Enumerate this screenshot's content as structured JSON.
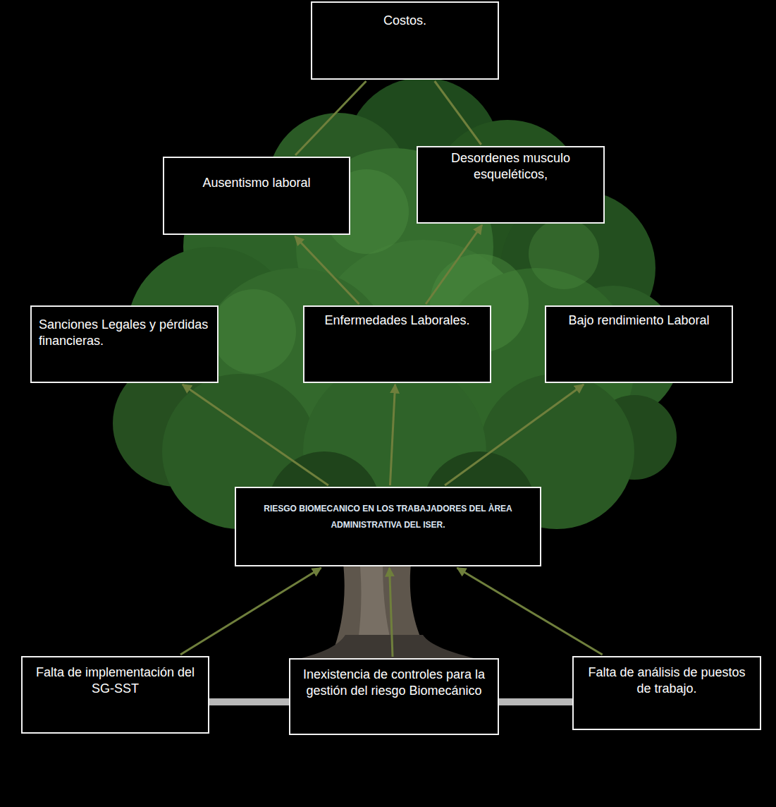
{
  "diagram": {
    "nodes": [
      {
        "text": [
          "Costos."
        ]
      },
      {
        "text": [
          "Ausentismo laboral"
        ]
      },
      {
        "text": [
          "Desordenes musculo esqueléticos,"
        ]
      },
      {
        "text": [
          "Sanciones Legales y pérdidas financieras."
        ]
      },
      {
        "text": [
          "Enfermedades Laborales."
        ]
      },
      {
        "text": [
          "Bajo rendimiento Laboral"
        ]
      },
      {
        "text": [
          "RIESGO BIOMECANICO EN LOS TRABAJADORES DEL ÀREA ADMINISTRATIVA DEL ISER."
        ]
      },
      {
        "text": [
          "Falta de implementación del SG-SST"
        ]
      },
      {
        "text": [
          "Inexistencia de controles para la gestión del riesgo Biomecánico"
        ]
      },
      {
        "text": [
          "Falta de análisis de puestos de trabajo."
        ]
      }
    ],
    "edges": [
      {
        "from": 7,
        "to": 6,
        "arrow": "to"
      },
      {
        "from": 8,
        "to": 6,
        "arrow": "to"
      },
      {
        "from": 9,
        "to": 6,
        "arrow": "to"
      },
      {
        "from": 6,
        "to": 3,
        "arrow": "to"
      },
      {
        "from": 6,
        "to": 4,
        "arrow": "to"
      },
      {
        "from": 6,
        "to": 5,
        "arrow": "to"
      },
      {
        "from": 4,
        "to": 1,
        "arrow": "to"
      },
      {
        "from": 4,
        "to": 2,
        "arrow": "to"
      },
      {
        "from": 1,
        "to": 0,
        "arrow": "none"
      },
      {
        "from": 2,
        "to": 0,
        "arrow": "none"
      }
    ]
  }
}
